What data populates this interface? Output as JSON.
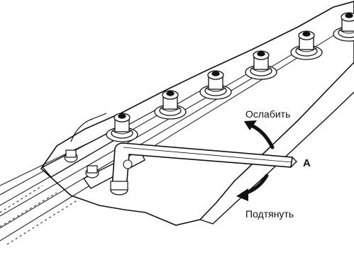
{
  "diagram": {
    "subject": "guitar headstock with tuning pegs and truss-rod adjustment hex key",
    "labels": {
      "loosen": "Ослабить",
      "tighten": "Подтянуть",
      "key_marker": "A"
    },
    "icons": [
      "curved-arrow-loosen-icon",
      "curved-arrow-tighten-icon",
      "hex-key-icon",
      "tuning-peg-icon"
    ],
    "colors": {
      "ink": "#111111",
      "paper": "#ffffff"
    }
  }
}
